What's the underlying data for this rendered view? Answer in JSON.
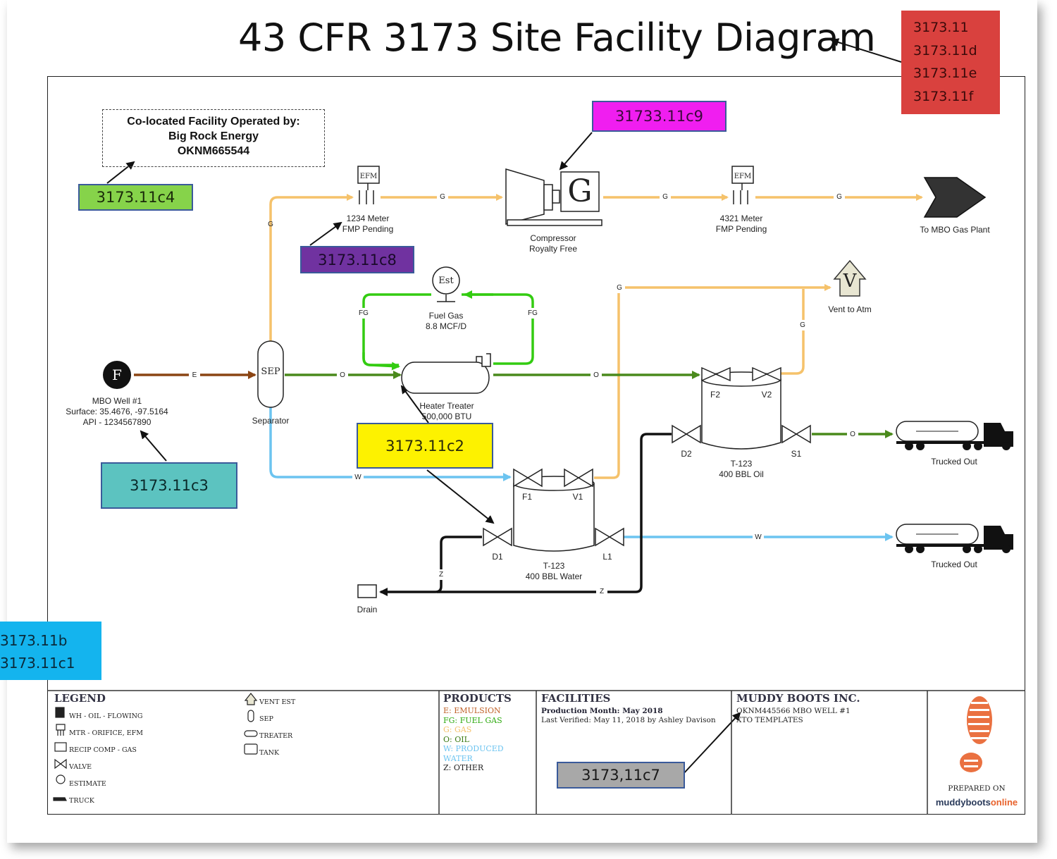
{
  "title": "43 CFR 3173 Site Facility Diagram",
  "refs": {
    "red_lines": [
      "3173.11",
      "3173.11d",
      "3173.11e",
      "3173.11f"
    ],
    "blue_lines": [
      "3173.11b",
      "3173.11c1"
    ],
    "c9": "31733.11c9",
    "c4": "3173.11c4",
    "c8": "3173.11c8",
    "c3": "3173.11c3",
    "c2": "3173.11c2",
    "c7": "3173,11c7"
  },
  "colocated": {
    "line1": "Co-located Facility Operated by:",
    "line2": "Big Rock Energy",
    "line3": "OKNM665544"
  },
  "equipment": {
    "efm1_tag": "EFM",
    "efm1_line1": "1234 Meter",
    "efm1_line2": "FMP Pending",
    "efm2_tag": "EFM",
    "efm2_line1": "4321 Meter",
    "efm2_line2": "FMP Pending",
    "compressor_symbol": "G",
    "compressor_line1": "Compressor",
    "compressor_line2": "Royalty Free",
    "gas_plant": "To MBO Gas Plant",
    "est_symbol": "Est",
    "fuel_gas_line1": "Fuel Gas",
    "fuel_gas_line2": "8.8 MCF/D",
    "vent_symbol": "V",
    "vent_label": "Vent to Atm",
    "well_symbol": "F",
    "well_line1": "MBO Well #1",
    "well_line2": "Surface: 35.4676, -97.5164",
    "well_line3": "API - 1234567890",
    "sep_symbol": "SEP",
    "sep_label": "Separator",
    "heater_line1": "Heater Treater",
    "heater_line2": "500,000 BTU",
    "tank_oil_line1": "T-123",
    "tank_oil_line2": "400 BBL Oil",
    "tank_water_line1": "T-123",
    "tank_water_line2": "400 BBL Water",
    "drain_label": "Drain",
    "trucked1": "Trucked Out",
    "trucked2": "Trucked Out"
  },
  "valves": {
    "f1": "F1",
    "v1": "V1",
    "d1": "D1",
    "l1": "L1",
    "f2": "F2",
    "v2": "V2",
    "d2": "D2",
    "s1": "S1"
  },
  "flow_labels": {
    "g": "G",
    "e": "E",
    "o": "O",
    "w": "W",
    "z": "Z",
    "fg": "FG"
  },
  "legend": {
    "heading": "LEGEND",
    "items": [
      "WH - OIL - FLOWING",
      "MTR - ORIFICE, EFM",
      "RECIP COMP - GAS",
      "VALVE",
      "ESTIMATE",
      "TRUCK"
    ],
    "items2": [
      "VENT EST",
      "SEP",
      "TREATER",
      "TANK"
    ]
  },
  "products": {
    "heading": "PRODUCTS",
    "e": "E: EMULSION",
    "fg": "FG: FUEL GAS",
    "g": "G: GAS",
    "o": "O: OIL",
    "w": "W: PRODUCED WATER",
    "z": "Z: OTHER"
  },
  "facilities": {
    "heading": "FACILITIES",
    "line1": "Production Month: May 2018",
    "line2": "Last Verified: May 11, 2018 by Ashley Davison"
  },
  "company": {
    "heading": "MUDDY BOOTS INC.",
    "line1": "OKNM445566 MBO WELL #1",
    "line2": "XTO TEMPLATES"
  },
  "prepared": {
    "label": "PREPARED ON",
    "brand1": "muddyboots",
    "brand2": "online"
  },
  "colors": {
    "gas": "#f5c26b",
    "emulsion": "#8b4513",
    "oil": "#4a8a1c",
    "fuel_gas": "#33cc11",
    "water": "#6cc4f0",
    "other": "#111111",
    "brand_orange": "#e8622c"
  }
}
